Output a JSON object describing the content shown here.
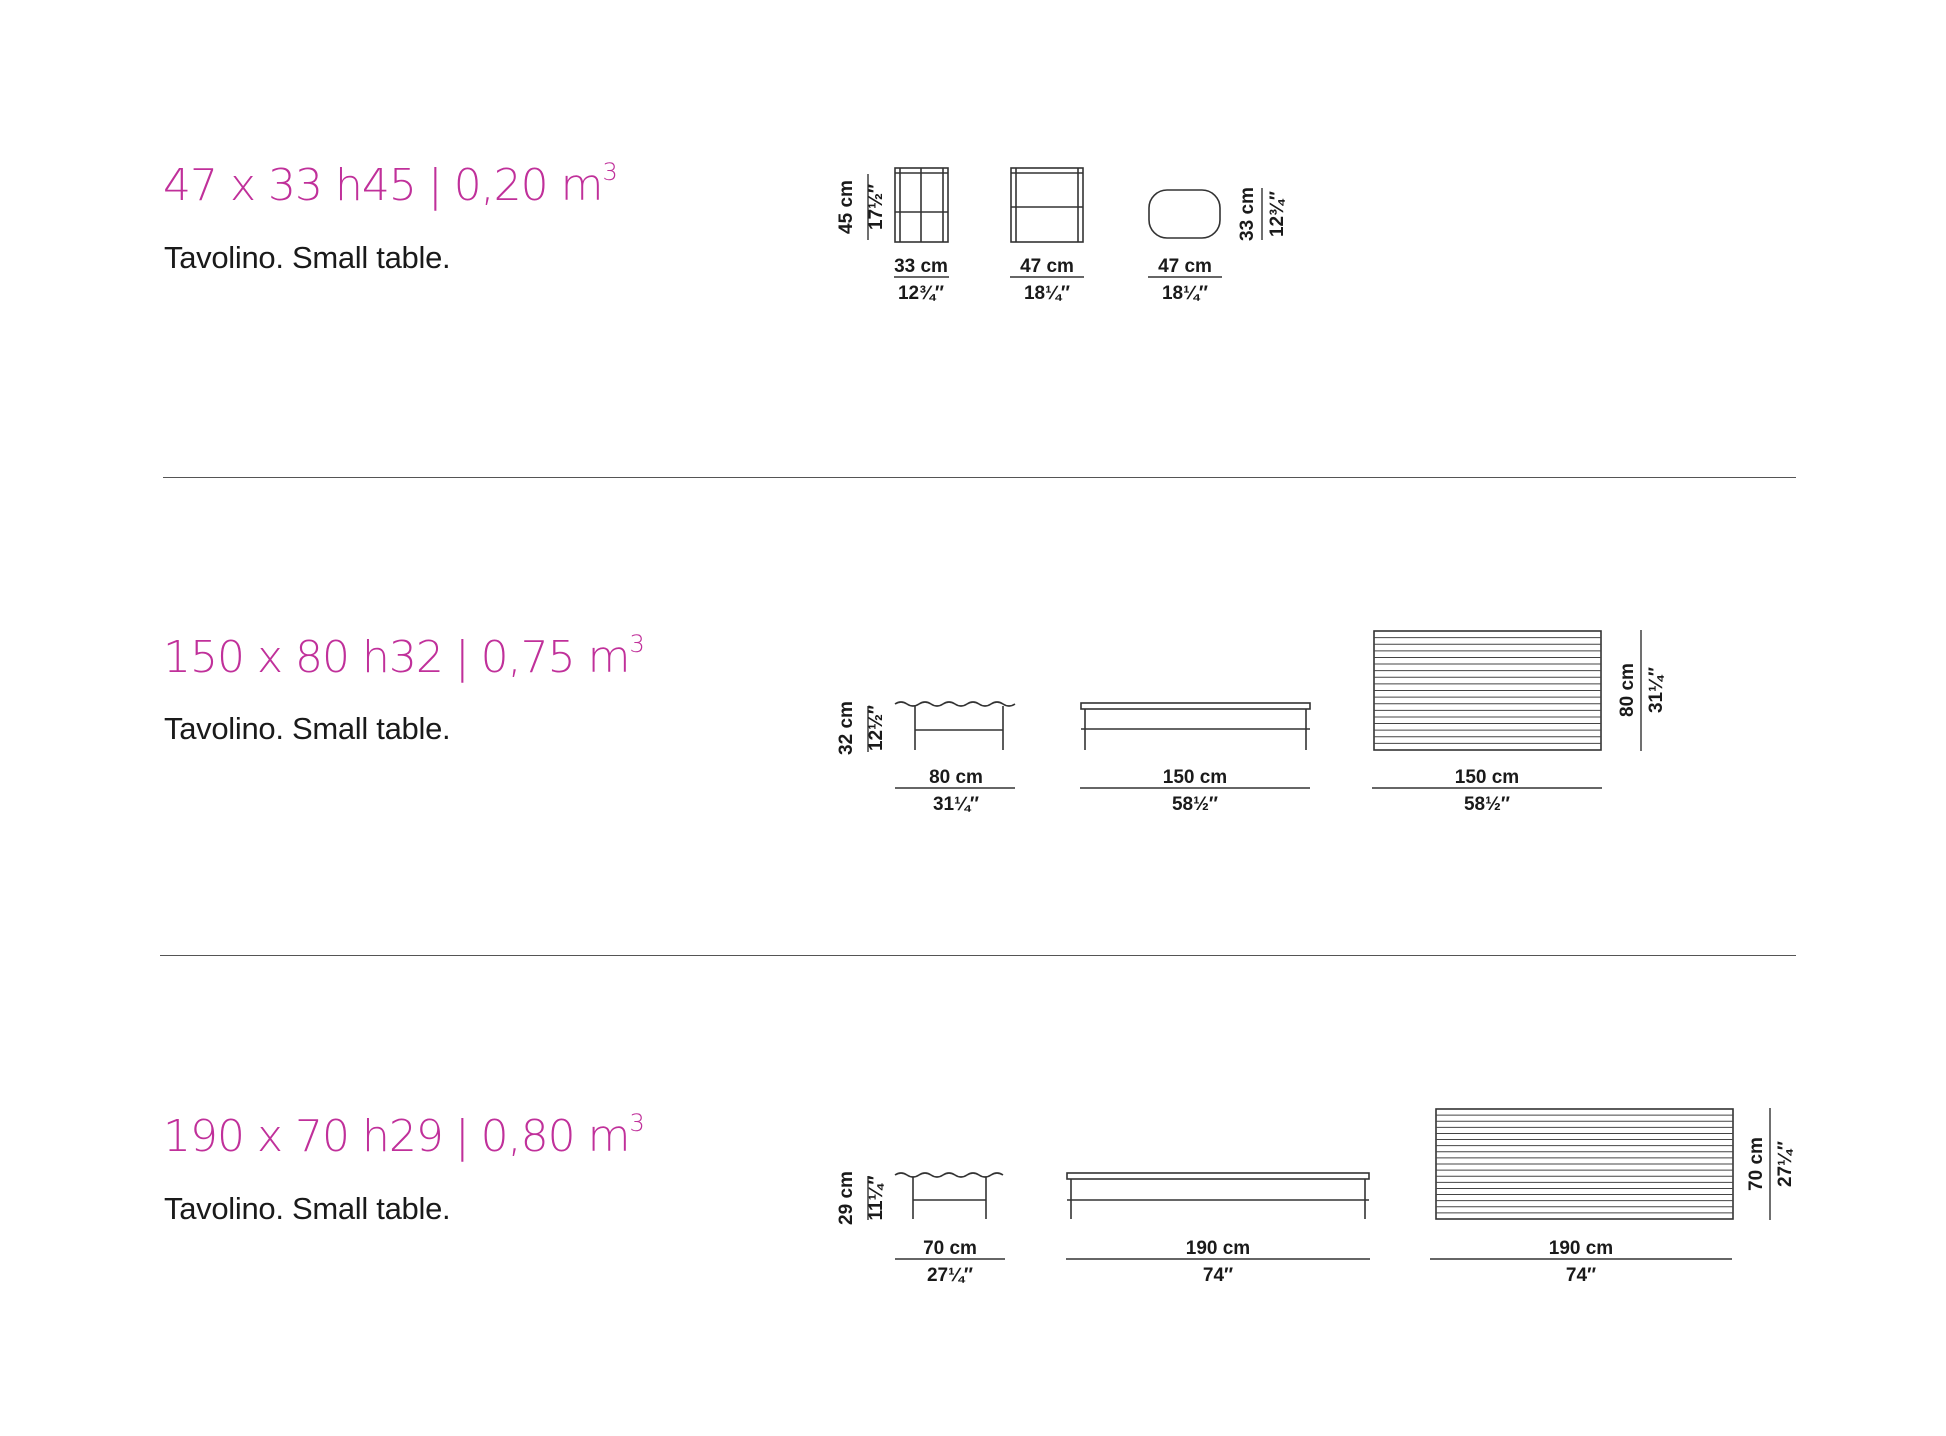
{
  "accent_color": "#c0309a",
  "rows": [
    {
      "size": "47 x 33 h45",
      "volume": "0,20 m",
      "volume_exp": "3",
      "description": "Tavolino. Small table.",
      "dims": {
        "height_cm": "45 cm",
        "height_in": "17½″",
        "side_cm": "33 cm",
        "side_in": "12¾″",
        "front_cm": "47 cm",
        "front_in": "18¼″",
        "top_cm": "47 cm",
        "top_in": "18¼″",
        "depth_cm": "33 cm",
        "depth_in": "12¾″"
      }
    },
    {
      "size": "150 x 80 h32",
      "volume": "0,75 m",
      "volume_exp": "3",
      "description": "Tavolino. Small table.",
      "dims": {
        "height_cm": "32 cm",
        "height_in": "12½″",
        "side_cm": "80 cm",
        "side_in": "31¼″",
        "front_cm": "150 cm",
        "front_in": "58½″",
        "top_cm": "150 cm",
        "top_in": "58½″",
        "depth_cm": "80 cm",
        "depth_in": "31¼″"
      }
    },
    {
      "size": "190 x 70 h29",
      "volume": "0,80 m",
      "volume_exp": "3",
      "description": "Tavolino. Small table.",
      "dims": {
        "height_cm": "29 cm",
        "height_in": "11¼″",
        "side_cm": "70 cm",
        "side_in": "27¼″",
        "front_cm": "190 cm",
        "front_in": "74″",
        "top_cm": "190 cm",
        "top_in": "74″",
        "depth_cm": "70 cm",
        "depth_in": "27¼″"
      }
    }
  ]
}
